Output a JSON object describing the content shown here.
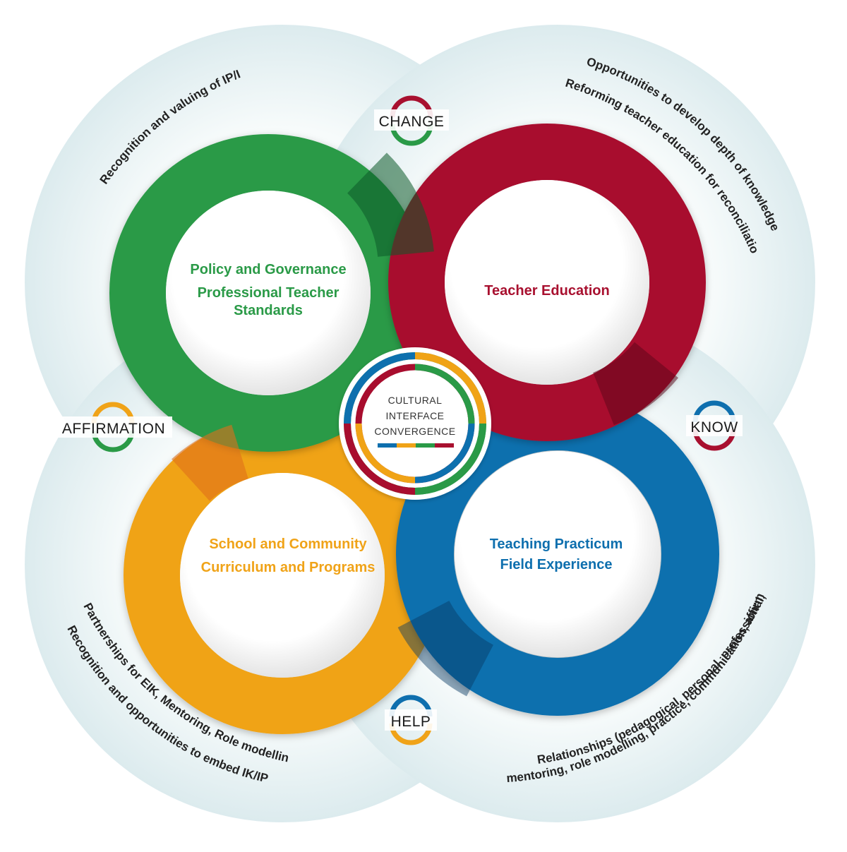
{
  "rings": {
    "policy": {
      "lines": [
        "Policy and Governance",
        "Professional Teacher",
        "Standards"
      ],
      "color": "#2a9a47"
    },
    "teacher": {
      "lines": [
        "Teacher Education"
      ],
      "color": "#a8102f"
    },
    "school": {
      "lines": [
        "School and Community",
        "Curriculum and Programs"
      ],
      "color": "#f0a318"
    },
    "practicum": {
      "lines": [
        "Teaching Practicum",
        "Field Experience"
      ],
      "color": "#0e6fae"
    }
  },
  "center": {
    "lines": [
      "CULTURAL",
      "INTERFACE",
      "CONVERGENCE"
    ]
  },
  "labels": {
    "change": "CHANGE",
    "know": "KNOW",
    "help": "HELP",
    "affirmation": "AFFIRMATION"
  },
  "petals": {
    "top_left": [
      "Recognition and valuing of IP/IK"
    ],
    "top_right": [
      "Opportunities to develop depth of knowledge",
      "Reforming teacher education for reconciliation"
    ],
    "bottom_left": [
      "Partnerships for EIK, Mentoring, Role modelling",
      "Recognition and opportunities to embed IK/IP"
    ],
    "bottom_right": [
      "Relationships (pedagogical, personal, professional,",
      "mentoring, role modelling, practice, communication, affirmation)"
    ]
  },
  "colors": {
    "green": "#2a9a47",
    "red": "#a8102f",
    "yellow": "#f0a318",
    "blue": "#0e6fae",
    "petal": "#e6f0f1"
  }
}
